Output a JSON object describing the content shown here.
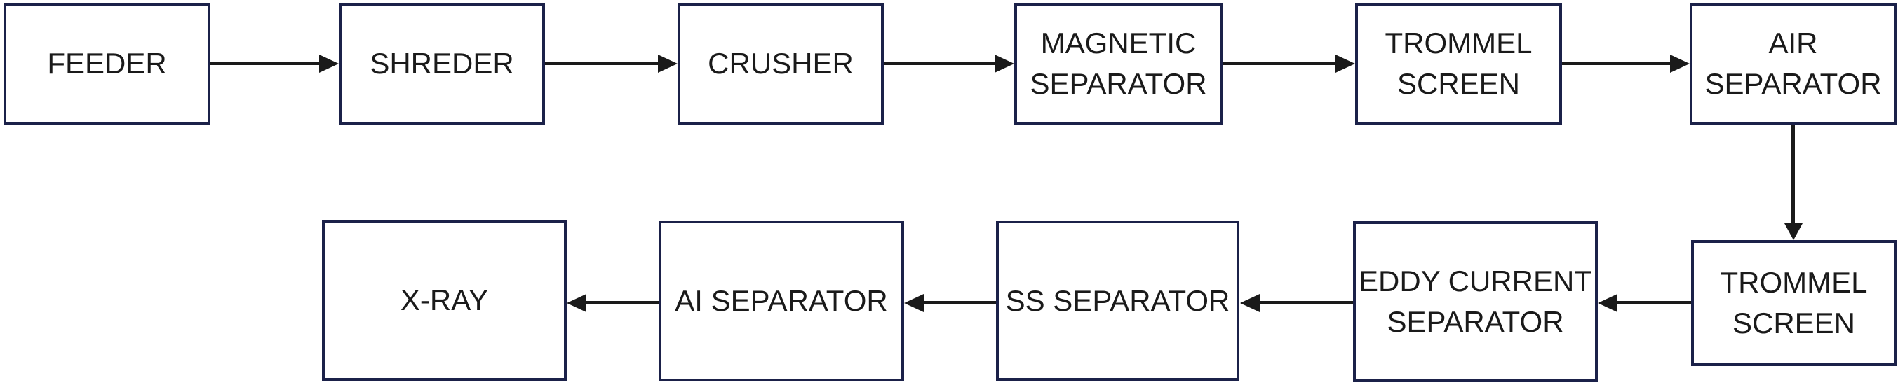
{
  "diagram": {
    "type": "flowchart",
    "background_color": "#ffffff",
    "box_border_color": "#1b2149",
    "box_fill_color": "#ffffff",
    "arrow_color": "#1a1a1a",
    "text_color": "#1a1a1a",
    "nodes": [
      {
        "id": "feeder",
        "label": "FEEDER"
      },
      {
        "id": "shreder",
        "label": "SHREDER"
      },
      {
        "id": "crusher",
        "label": "CRUSHER"
      },
      {
        "id": "magnetic-separator",
        "label": "MAGNETIC SEPARATOR"
      },
      {
        "id": "trommel-screen-1",
        "label": "TROMMEL SCREEN"
      },
      {
        "id": "air-separator",
        "label": "AIR SEPARATOR"
      },
      {
        "id": "trommel-screen-2",
        "label": "TROMMEL SCREEN"
      },
      {
        "id": "eddy-current-separator",
        "label": "EDDY CURRENT SEPARATOR"
      },
      {
        "id": "ss-separator",
        "label": "SS SEPARATOR"
      },
      {
        "id": "ai-separator",
        "label": "AI SEPARATOR"
      },
      {
        "id": "x-ray",
        "label": "X-RAY"
      }
    ],
    "edges": [
      {
        "from": "feeder",
        "to": "shreder",
        "direction": "right"
      },
      {
        "from": "shreder",
        "to": "crusher",
        "direction": "right"
      },
      {
        "from": "crusher",
        "to": "magnetic-separator",
        "direction": "right"
      },
      {
        "from": "magnetic-separator",
        "to": "trommel-screen-1",
        "direction": "right"
      },
      {
        "from": "trommel-screen-1",
        "to": "air-separator",
        "direction": "right"
      },
      {
        "from": "air-separator",
        "to": "trommel-screen-2",
        "direction": "down"
      },
      {
        "from": "trommel-screen-2",
        "to": "eddy-current-separator",
        "direction": "left"
      },
      {
        "from": "eddy-current-separator",
        "to": "ss-separator",
        "direction": "left"
      },
      {
        "from": "ss-separator",
        "to": "ai-separator",
        "direction": "left"
      },
      {
        "from": "ai-separator",
        "to": "x-ray",
        "direction": "left"
      }
    ]
  }
}
